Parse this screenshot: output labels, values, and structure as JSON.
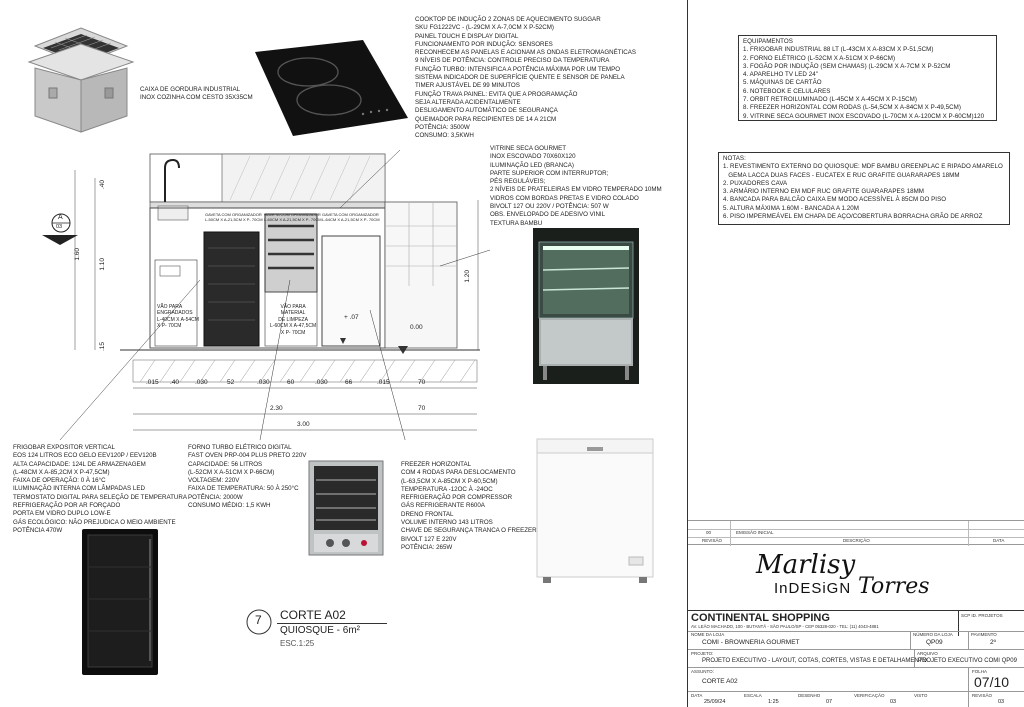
{
  "cooktop": {
    "lines": [
      "COOKTOP DE INDUÇÃO 2 ZONAS DE AQUECIMENTO SUGGAR",
      "SKU FG1222VC - (L-29cm x A-7,0cm x P-52cm)",
      "PAINEL TOUCH E DISPLAY DIGITAL",
      "FUNCIONAMENTO POR INDUÇÃO: SENSORES",
      "RECONHECEM AS PANELAS E ACIONAM AS ONDAS ELETROMAGNÉTICAS",
      "9 NÍVEIS DE POTÊNCIA: CONTROLE PRECISO DA TEMPERATURA",
      "FUNÇÃO TURBO: INTENSIFICA A POTÊNCIA MÁXIMA POR UM TEMPO",
      "SISTEMA INDICADOR DE SUPERFÍCIE QUENTE E SENSOR DE PANELA",
      "TIMER AJUSTÁVEL DE 99 MINUTOS",
      "FUNÇÃO TRAVA PAINEL: EVITA QUE A PROGRAMAÇÃO",
      "SEJA ALTERADA ACIDENTALMENTE",
      "DESLIGAMENTO AUTOMÁTICO DE SEGURANÇA",
      "QUEIMADOR PARA RECIPIENTES DE 14 A 21CM",
      "POTÊNCIA: 3500W",
      "CONSUMO: 3,5KWH"
    ]
  },
  "grease_box": {
    "lines": [
      "CAIXA DE GORDURA INDUSTRIAL",
      "INOX COZINHA COM CESTO 35X35CM"
    ]
  },
  "vitrine": {
    "lines": [
      "VITRINE SECA GOURMET",
      "INOX ESCOVADO 70X60X120",
      "ILUMINAÇÃO LED (BRANCA)",
      "PARTE SUPERIOR COM INTERRUPTOR;",
      "PÉS REGULÁVEIS;",
      "2 NÍVEIS DE PRATELEIRAS EM VIDRO TEMPERADO 10MM",
      "VIDROS COM BORDAS PRETAS E VIDRO COLADO",
      "BIVOLT 127 OU 220V / POTÊNCIA: 507 W",
      "OBS. ENVELOPADO DE ADESIVO VINIL",
      "TEXTURA BAMBU"
    ]
  },
  "equipamentos": {
    "title": "EQUIPAMENTOS",
    "items": [
      "1. FRIGOBAR  INDUSTRIAL 88 Lt (L-43cm x A-83cm x P-51,5cm)",
      "2. FORNO ELÉTRICO (L-52cm x A-51cm x P-66cm)",
      "3. FOGÃO POR INDUÇÃO (SEM CHAMAS) (L-29cm x A-7cm x P-52cm",
      "4. APARELHO TV LED 24\"",
      "5. MÁQUINAS DE CARTÃO",
      "6. NOTEBOOK E CELULARES",
      "7. ORBIT RETROILUMINADO (L-45cm x A-45cm x P-15cm)",
      "8. FREEZER HORIZONTAL COM RODAS (L-54,5cm x A-84cm x P-49,5cm)",
      "9. VITRINE SECA GOURMET INOX ESCOVADO (L-70cm x A-120cm x P-60cm)120"
    ]
  },
  "notas": {
    "title": "NOTAS:",
    "items": [
      "1. REVESTIMENTO EXTERNO DO QUIOSQUE: MDF BAMBU GREENPLAC E RIPADO AMARELO",
      "   GEMA LACCA DUAS FACES - EUCATEX E RUC GRAFITE GUARARAPES 18MM",
      "2. PUXADORES CAVA",
      "3. ARMÁRIO INTERNO EM MDF RUC GRAFITE GUARARAPES 18MM",
      "4. BANCADA PARA BALCÃO CAIXA EM MODO ACESSÍVEL À 85CM DO PISO",
      "5. ALTURA MÁXIMA 1.60M - BANCADA A 1.20M",
      "6. PISO IMPERMEÁVEL EM CHAPA DE AÇO/COBERTURA BORRACHA GRÃO DE ARROZ"
    ]
  },
  "frigobar": {
    "lines": [
      "FRIGOBAR EXPOSITOR VERTICAL",
      "EOS 124 LITROS ECO GELO EEV120P / EEV120B",
      "ALTA CAPACIDADE: 124L DE ARMAZENAGEM",
      "(L-48cm x A-85,2cm x P-47,5cm)",
      "FAIXA DE OPERAÇÃO: 0 À 16°C",
      "ILUMINAÇÃO INTERNA COM LÂMPADAS LED",
      "TERMOSTATO DIGITAL PARA SELEÇÃO DE TEMPERATURA",
      "REFRIGERAÇÃO POR AR FORÇADO",
      "PORTA EM VIDRO DUPLO LOW-E",
      "GÁS ECOLÓGICO: NÃO PREJUDICA O MEIO AMBIENTE",
      "POTÊNCIA 470W"
    ]
  },
  "forno": {
    "lines": [
      "FORNO TURBO ELÉTRICO DIGITAL",
      "FAST OVEN PRP-004 PLUS PRETO 220V",
      "CAPACIDADE: 56 LITROS",
      "(L-52cm x A-51cm x P-66cm)",
      "VOLTAGEM: 220V",
      "FAIXA DE TEMPERATURA: 50 À 250°C",
      "POTÊNCIA: 2000W",
      "CONSUMO MÉDIO: 1,5 KWH"
    ]
  },
  "freezer": {
    "lines": [
      "FREEZER HORIZONTAL",
      "COM 4 RODAS PARA DESLOCAMENTO",
      "(L-63,5cm x A-85cm x P-60,5cm)",
      "TEMPERATURA -12oC à -24oC",
      "REFRIGERAÇÃO POR COMPRESSOR",
      "GÁS REFRIGERANTE R600A",
      "DRENO FRONTAL",
      "VOLUME INTERNO 143 LITROS",
      "CHAVE DE SEGURANÇA TRANCA O FREEZER",
      "BIVOLT 127  E  220V",
      "POTÊNCIA: 265W"
    ]
  },
  "section": {
    "number": "7",
    "name": "CORTE A02",
    "sub": "QUIOSQUE - 6m²",
    "scale": "ESC.1:25",
    "marker_letter": "A",
    "marker_num": "03"
  },
  "drawing": {
    "labels": {
      "vao_engradados": [
        "VÃO PARA",
        "ENGRADADOS",
        "L-40cm x A-54cm",
        "x P- 70cm"
      ],
      "vao_limpeza": [
        "VÃO PARA",
        "MATERIAL",
        "DE LIMPEZA",
        "L-60cm x A-47,5cm",
        "x  P- 70cm"
      ],
      "gaveta1": [
        "GAVETA COM ORGANIZADOR",
        "L-50cm x A-21,5cm x P- 70cm"
      ],
      "gaveta2": [
        "GAVETA COM ORGANIZADOR",
        "L-60cm x A-21,5cm x P- 70cm"
      ],
      "gaveta3": [
        "GAVETA COM ORGANIZADOR",
        "L-64cm x A-21,5cm x P- 70cm"
      ],
      "level_007": "+ .07",
      "level_000": "0.00"
    },
    "dims_bottom": [
      ".015",
      ".40",
      ".030",
      "52",
      ".030",
      "60",
      ".030",
      "66",
      ".015",
      "70"
    ],
    "dims_total": [
      "2.30",
      "70",
      "3.00"
    ],
    "dims_left": [
      ".40",
      "1.10",
      "1.60",
      ".15"
    ],
    "dim_right": "1.20"
  },
  "revisions": {
    "row": [
      "00",
      "EMISSÃO INICIAL"
    ],
    "headers": [
      "REVISÃO",
      "DESCRIÇÃO",
      "DATA"
    ]
  },
  "logo": {
    "script1": "Marlisy",
    "script2": "Torres",
    "indesign": "InDESiGN"
  },
  "title_block": {
    "client": "CONTINENTAL SHOPPING",
    "address": "AV. LEÃO MACHADO, 100 - BUTANTÃ - SÃO PAULO/SP - CEP 05328-020  -  TEL: (11) 4043-4881",
    "cep_label": "SCP ID. PROJETOS",
    "nome_loja_label": "NOME DA LOJA",
    "nome_loja": "COMI - BROWNERIA GOURMET",
    "num_loja_label": "NÚMERO DA LOJA",
    "num_loja": "QP09",
    "pavimento_label": "PAVIMENTO",
    "pavimento": "2º",
    "projeto_label": "PROJETO:",
    "projeto": "PROJETO EXECUTIVO - LAYOUT, COTAS, CORTES, VISTAS E DETALHAMENTO",
    "arquivo_label": "ARQUIVO",
    "arquivo": "PROJETO EXECUTIVO COMI QP09",
    "assunto_label": "ASSUNTO:",
    "assunto": "CORTE A02",
    "folha_label": "FOLHA",
    "folha": "07/10",
    "data_label": "DATA",
    "data": "25/09/24",
    "escala_label": "ESCALA",
    "escala": "1:25",
    "desenho_label": "DESENHO",
    "desenho": "07",
    "verificacao_label": "VERIFICAÇÃO",
    "verificacao": "03",
    "visto_label": "VISTO",
    "visto": "",
    "revisao_label": "REVISÃO",
    "revisao": "03"
  }
}
